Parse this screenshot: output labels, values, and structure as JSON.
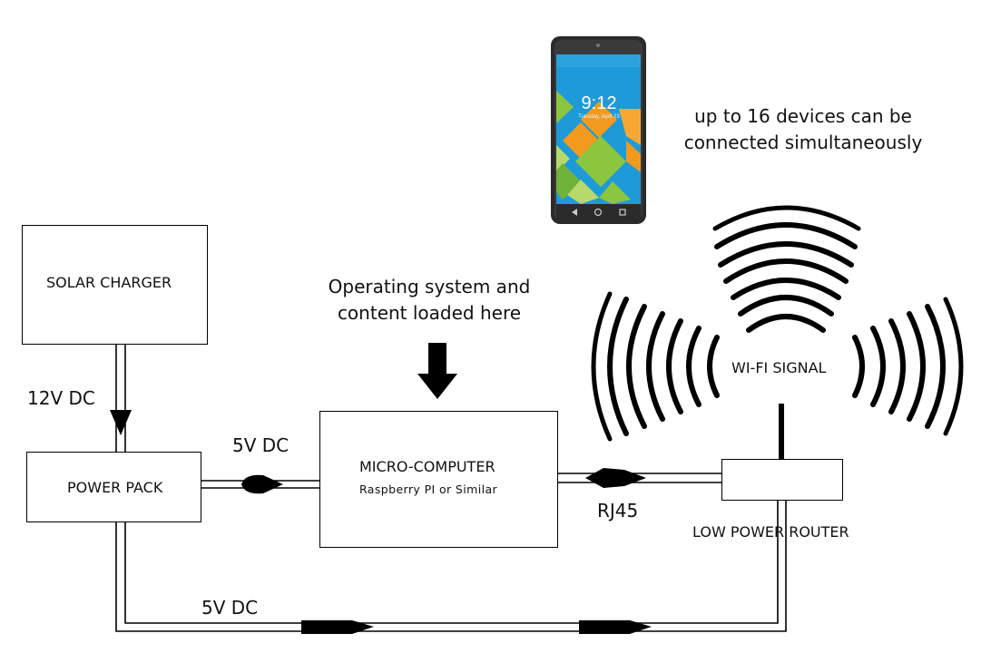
{
  "boxes": {
    "solar_charger": "SOLAR CHARGER",
    "power_pack": "POWER PACK",
    "micro_computer": "MICRO-COMPUTER",
    "micro_computer_sub": "Raspberry PI or Similar",
    "router": "LOW POWER  ROUTER"
  },
  "labels": {
    "v12": "12V DC",
    "v5_top": "5V DC",
    "v5_bottom": "5V DC",
    "rj45": "RJ45",
    "wifi": "WI-FI SIGNAL"
  },
  "notes": {
    "os_line1": "Operating system and",
    "os_line2": "content loaded here",
    "devices_line1": "up to 16 devices can be",
    "devices_line2": "connected simultaneously"
  },
  "phone": {
    "time": "9:12",
    "date": "Tuesday, April 23"
  },
  "colors": {
    "line": "#000000",
    "phone_body": "#2b2b2b",
    "tile_blue": "#1f9ad8",
    "tile_orange": "#f29a1e",
    "tile_green": "#8cc63f",
    "tile_light_green": "#b5d96b"
  }
}
